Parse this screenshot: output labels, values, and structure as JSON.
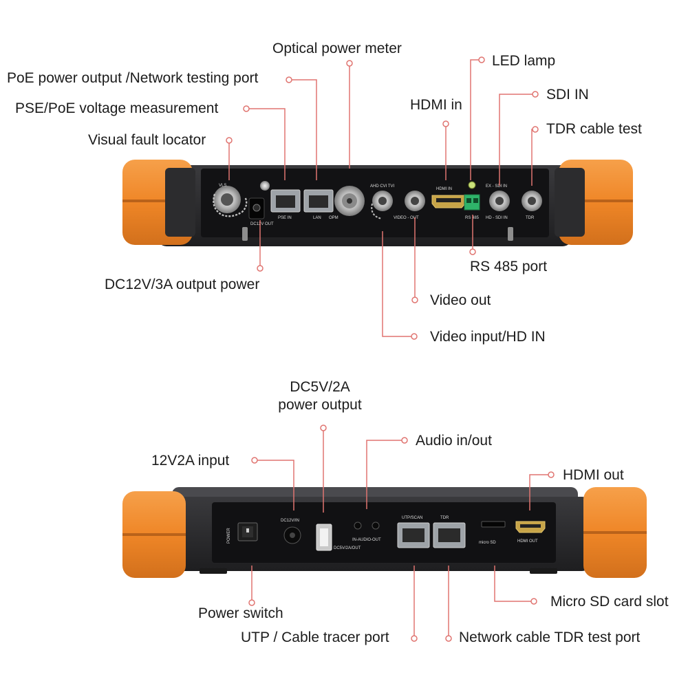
{
  "callouts": {
    "top": {
      "optical_power_meter": "Optical power meter",
      "poe_power_output": "PoE power output /Network testing port",
      "pse_poe_voltage": "PSE/PoE voltage measurement",
      "visual_fault_locator": "Visual fault locator",
      "led_lamp": "LED lamp",
      "hdmi_in": "HDMI in",
      "sdi_in": "SDI IN",
      "tdr_cable_test": "TDR cable test",
      "dc12v_output": "DC12V/3A output power",
      "rs485_port": "RS 485 port",
      "video_out": "Video out",
      "video_input_hd_in": "Video input/HD IN"
    },
    "bottom": {
      "dc5v_power_output_line1": "DC5V/2A",
      "dc5v_power_output_line2": "power output",
      "audio_in_out": "Audio in/out",
      "input_12v2a": "12V2A input",
      "hdmi_out": "HDMI out",
      "power_switch": "Power switch",
      "micro_sd_slot": "Micro SD card slot",
      "utp_cable_tracer": "UTP / Cable tracer port",
      "network_tdr_port": "Network cable TDR test port"
    }
  },
  "device_print": {
    "top_panel": {
      "vls": "VLS",
      "dc_out": "DC12V OUT",
      "pse_in": "PSE IN",
      "lan": "LAN",
      "opm": "OPM",
      "ahd_cvi_tvi": "AHD CVI TVI",
      "video_out": "VIDEO - OUT",
      "hdmi_in": "HDMI IN",
      "rs485": "RS 485",
      "ex_sdi_in": "EX - SDI IN",
      "hd_sdi_in": "HD - SDI IN",
      "tdr": "TDR"
    },
    "bottom_panel": {
      "power": "POWER",
      "dc12v_in": "DC12V/IN",
      "dc5v_out": "DC5V/2A/OUT",
      "in_audio_out": "IN-AUDIO-OUT",
      "utp_scan": "UTP/SCAN",
      "tdr": "TDR",
      "micro_sd": "micro SD",
      "hdmi_out": "HDMI OUT"
    }
  },
  "colors": {
    "bumper_orange": "#f08a2c",
    "body_dark": "#2a2a2c",
    "panel_black": "#111113",
    "callout_red": "#e07470",
    "connector_silver": "#c8c8c8"
  }
}
